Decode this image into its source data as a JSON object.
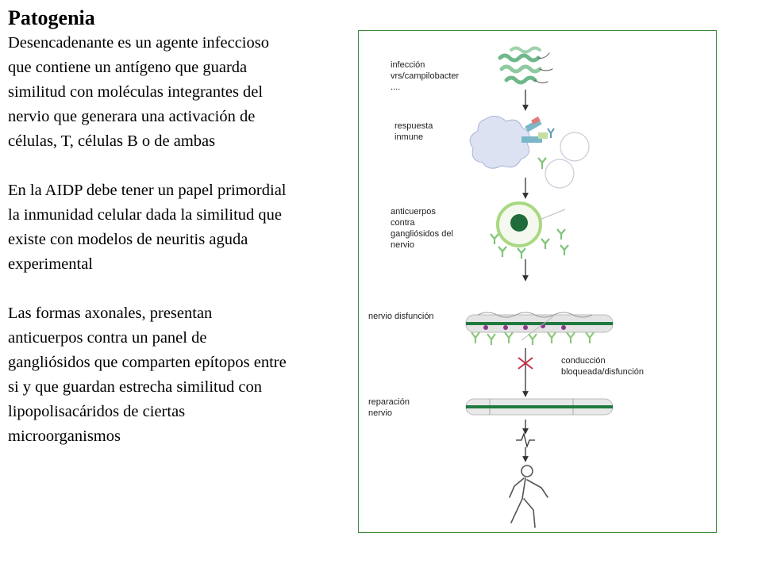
{
  "slide": {
    "title": "Patogenia",
    "paragraphs": [
      [
        "Desencadenante es un agente infeccioso",
        "que contiene un antígeno que guarda",
        "similitud con moléculas integrantes del",
        "nervio que generara una activación de",
        "células, T, células B o de ambas"
      ],
      [
        "En la AIDP debe tener un papel primordial",
        "la inmunidad celular dada la similitud que",
        "existe con modelos de neuritis aguda",
        "experimental"
      ],
      [
        "Las formas axonales, presentan",
        "anticuerpos contra un panel de",
        "gangliósidos que comparten epítopos entre",
        "si y que guardan estrecha similitud con",
        "lipopolisacáridos de ciertas",
        "microorganismos"
      ]
    ]
  },
  "figure": {
    "labels": {
      "infeccion": [
        "infección",
        "vrs/campilobacter",
        "...."
      ],
      "respuesta": [
        "respuesta",
        "inmune"
      ],
      "anticuerpos": [
        "anticuerpos",
        "contra",
        "gangliósidos del",
        "nervio"
      ],
      "nervio_disfuncion": [
        "nervio disfunción"
      ],
      "conduccion": [
        "conducción",
        "bloqueada/disfunción"
      ],
      "reparacion": [
        "reparación",
        "nervio"
      ]
    },
    "icons": [
      "bacteria-icon",
      "immune-cell-icon",
      "antibody-icon",
      "b-cell-icon",
      "myelinated-nerve-icon",
      "block-cross-icon",
      "repaired-nerve-icon",
      "nerve-signal-icon",
      "walking-person-icon"
    ],
    "colors": {
      "border": "#3b8a3b",
      "bacteria": "#6fb88a",
      "antibody": "#7fc47a",
      "nucleus": "#1f6b3a",
      "nerve_band": "#1f7a3f",
      "cross": "#c8324a",
      "arrow": "#333333"
    }
  }
}
